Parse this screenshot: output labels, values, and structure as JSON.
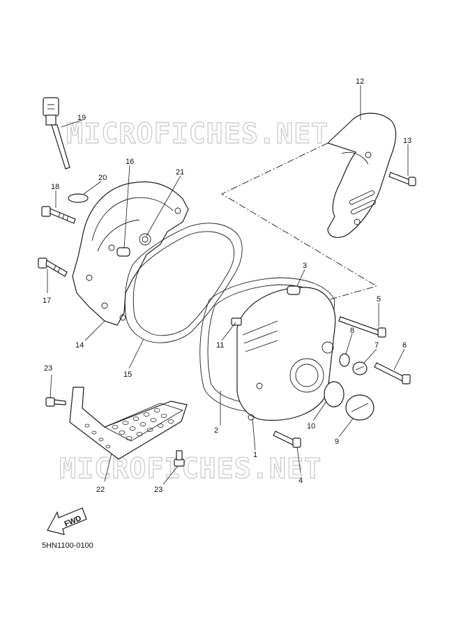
{
  "watermark": "MICROFICHES.NET",
  "diagram_code": "5HN1100-0100",
  "fwd_label": "FWD",
  "callouts": [
    {
      "id": "c1",
      "text": "1"
    },
    {
      "id": "c2",
      "text": "2"
    },
    {
      "id": "c3",
      "text": "3"
    },
    {
      "id": "c4",
      "text": "4"
    },
    {
      "id": "c5",
      "text": "5"
    },
    {
      "id": "c6",
      "text": "6"
    },
    {
      "id": "c7",
      "text": "7"
    },
    {
      "id": "c8",
      "text": "8"
    },
    {
      "id": "c9",
      "text": "9"
    },
    {
      "id": "c10",
      "text": "10"
    },
    {
      "id": "c11",
      "text": "11"
    },
    {
      "id": "c12",
      "text": "12"
    },
    {
      "id": "c13",
      "text": "13"
    },
    {
      "id": "c14",
      "text": "14"
    },
    {
      "id": "c15",
      "text": "15"
    },
    {
      "id": "c16",
      "text": "16"
    },
    {
      "id": "c17",
      "text": "17"
    },
    {
      "id": "c18",
      "text": "18"
    },
    {
      "id": "c19",
      "text": "19"
    },
    {
      "id": "c20",
      "text": "20"
    },
    {
      "id": "c21",
      "text": "21"
    },
    {
      "id": "c22",
      "text": "22"
    },
    {
      "id": "c23a",
      "text": "23"
    },
    {
      "id": "c23b",
      "text": "23"
    }
  ]
}
